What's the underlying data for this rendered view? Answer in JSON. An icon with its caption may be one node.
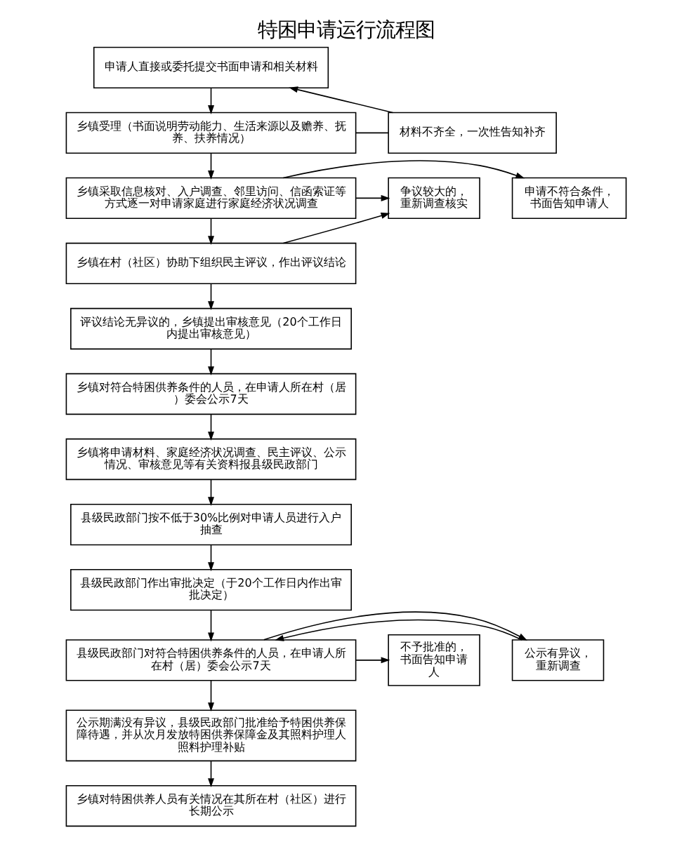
{
  "diagram": {
    "title": "特困申请运行流程图",
    "nodes": [
      {
        "text": [
          "申请人直接或委托提交书面申请和相关材料"
        ]
      },
      {
        "text": [
          "材料不齐全，一次性告知补齐"
        ]
      },
      {
        "text": [
          "乡镇受理（书面说明劳动能力、生活来源以及赡养、抚养、扶养情况）"
        ]
      },
      {
        "text": [
          "申请不符合条件，书面告知申请人"
        ]
      },
      {
        "text": [
          "乡镇采取信息核对、入户调查、邻里访问、信函索证等方式逐一对申请家庭进行家庭经济状况调查"
        ]
      },
      {
        "text": [
          "争议较大的，重新调查核实"
        ]
      },
      {
        "text": [
          "乡镇在村（社区）协助下组织民主评议，作出评议结论"
        ]
      },
      {
        "text": [
          "评议结论无异议的，乡镇提出审核意见（20个工作日内提出审核意见）"
        ]
      },
      {
        "text": [
          "乡镇对符合特困供养条件的人员，在申请人所在村（居）委会公示7天"
        ]
      },
      {
        "text": [
          "乡镇将申请材料、家庭经济状况调查、民主评议、公示情况、审核意见等有关资料报县级民政部门"
        ]
      },
      {
        "text": [
          "县级民政部门按不低于30%比例对申请人员进行入户抽查"
        ]
      },
      {
        "text": [
          "县级民政部门作出审批决定（于20个工作日内作出审批决定）"
        ]
      },
      {
        "text": [
          "不予批准的，书面告知申请人"
        ]
      },
      {
        "text": [
          "公示有异议，重新调查"
        ]
      },
      {
        "text": [
          "县级民政部门对符合特困供养条件的人员，在申请人所在村（居）委会公示7天"
        ]
      },
      {
        "text": [
          "公示期满没有异议，县级民政部门批准给予特困供养保障待遇，并从次月发放特困供养保障金及其照料护理人照料护理补贴"
        ]
      },
      {
        "text": [
          "乡镇对特困供养人员有关情况在其所在村（社区）进行长期公示"
        ]
      }
    ],
    "edges": [
      {
        "from": 0,
        "to": 2,
        "arrow": "to"
      },
      {
        "from": 2,
        "to": 1,
        "arrow": "none"
      },
      {
        "from": 1,
        "to": 0,
        "arrow": "to"
      },
      {
        "from": 2,
        "to": 4,
        "arrow": "to"
      },
      {
        "from": 4,
        "to": 3,
        "arrow": "to"
      },
      {
        "from": 4,
        "to": 5,
        "arrow": "to"
      },
      {
        "from": 4,
        "to": 6,
        "arrow": "to"
      },
      {
        "from": 6,
        "to": 5,
        "arrow": "to"
      },
      {
        "from": 6,
        "to": 7,
        "arrow": "to"
      },
      {
        "from": 7,
        "to": 8,
        "arrow": "to"
      },
      {
        "from": 8,
        "to": 9,
        "arrow": "to"
      },
      {
        "from": 9,
        "to": 10,
        "arrow": "to"
      },
      {
        "from": 10,
        "to": 11,
        "arrow": "to"
      },
      {
        "from": 11,
        "to": 14,
        "arrow": "to"
      },
      {
        "from": 13,
        "to": 14,
        "arrow": "to"
      },
      {
        "from": 14,
        "to": 13,
        "arrow": "to"
      },
      {
        "from": 14,
        "to": 12,
        "arrow": "to"
      },
      {
        "from": 14,
        "to": 15,
        "arrow": "to"
      },
      {
        "from": 15,
        "to": 16,
        "arrow": "to"
      }
    ]
  }
}
